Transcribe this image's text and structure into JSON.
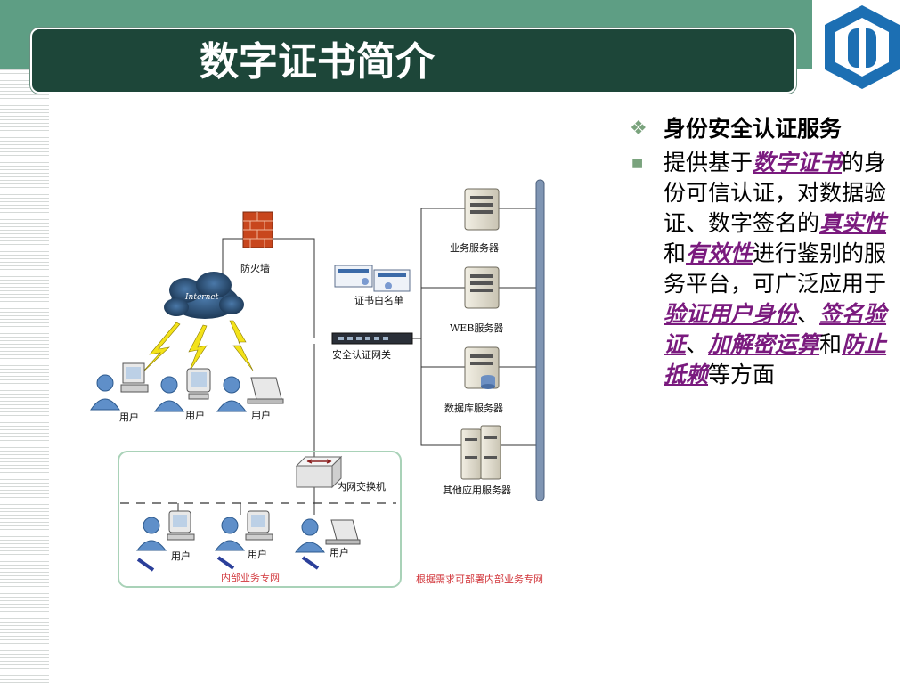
{
  "title": "数字证书简介",
  "bullets": {
    "heading": "身份安全认证服务",
    "body": [
      {
        "t": "提供基于",
        "hl": false
      },
      {
        "t": "数字证书",
        "hl": true
      },
      {
        "t": "的身份可信认证，对数据验证、数字签名的",
        "hl": false
      },
      {
        "t": "真实性",
        "hl": true
      },
      {
        "t": "和",
        "hl": false
      },
      {
        "t": "有效性",
        "hl": true
      },
      {
        "t": "进行鉴别的服务平台，可广泛应用于",
        "hl": false
      },
      {
        "t": "验证用户身份",
        "hl": true
      },
      {
        "t": "、",
        "hl": false
      },
      {
        "t": "签名验证",
        "hl": true
      },
      {
        "t": "、",
        "hl": false
      },
      {
        "t": "加解密运算",
        "hl": true
      },
      {
        "t": "和",
        "hl": false
      },
      {
        "t": "防止抵赖",
        "hl": true
      },
      {
        "t": "等方面",
        "hl": false
      }
    ]
  },
  "diagram": {
    "firewall": "防火墙",
    "internet": "Internet",
    "whitelist": "证书白名单",
    "gateway": "安全认证网关",
    "servers": [
      "业务服务器",
      "WEB服务器",
      "数据库服务器",
      "其他应用服务器"
    ],
    "user": "用户",
    "switch": "内网交换机",
    "intranet": "内部业务专网",
    "note": "根据需求可部署内部业务专网"
  },
  "colors": {
    "top_band": "#5e9e84",
    "title_bar": "#1d4639",
    "highlight": "#7a1a7e",
    "bullet_marker": "#7aa37d",
    "note_red": "#d2373c"
  }
}
